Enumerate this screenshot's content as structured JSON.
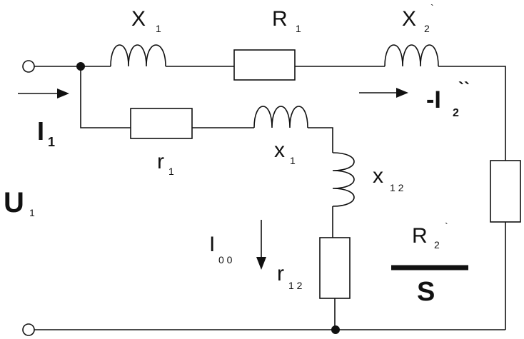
{
  "labels": {
    "x1_top": {
      "main": "X",
      "sub": "1"
    },
    "r1_top": {
      "main": "R",
      "sub": "1"
    },
    "x2_top": {
      "main": "X",
      "sub": "2",
      "prime": "`"
    },
    "i2": {
      "main": "-I",
      "sub": "2",
      "prime": "``"
    },
    "i1": {
      "main": "I",
      "sub": "1"
    },
    "u1": {
      "main": "U",
      "sub": "1"
    },
    "r1_low": {
      "main": "r",
      "sub": "1"
    },
    "x1_low": {
      "main": "x",
      "sub": "1"
    },
    "x12": {
      "main": "x",
      "sub": "1 2"
    },
    "i00": {
      "main": "I",
      "sub": "0 0"
    },
    "r12": {
      "main": "r",
      "sub": "1 2"
    },
    "r2": {
      "main": "R",
      "sub": "2",
      "prime": "`"
    },
    "s": {
      "main": "S"
    }
  }
}
